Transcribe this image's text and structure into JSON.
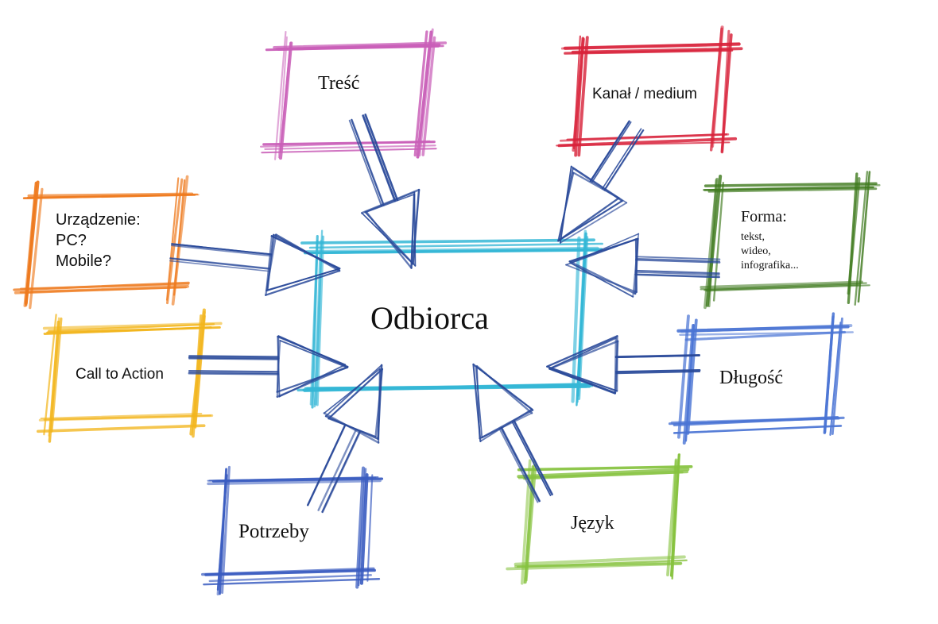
{
  "center": {
    "label": "Odbiorca",
    "color": "#35b7d6"
  },
  "nodes": {
    "tresc": {
      "label": "Treść",
      "color": "#c95fb8"
    },
    "kanal": {
      "label": "Kanał / medium",
      "color": "#d8223a"
    },
    "urzadzenie": {
      "lines": [
        "Urządzenie:",
        "PC?",
        "Mobile?"
      ],
      "color": "#ee7a1e"
    },
    "forma": {
      "title": "Forma:",
      "lines": [
        "tekst,",
        "wideo,",
        "infografika..."
      ],
      "color": "#3f7a1e"
    },
    "cta": {
      "label": "Call to Action",
      "color": "#f2b51c"
    },
    "dlugosc": {
      "label": "Długość",
      "color": "#4a74d4"
    },
    "potrzeby": {
      "label": "Potrzeby",
      "color": "#3a5cc0"
    },
    "jezyk": {
      "label": "Język",
      "color": "#86c23e"
    }
  },
  "arrow_color": "#2a4a9a"
}
